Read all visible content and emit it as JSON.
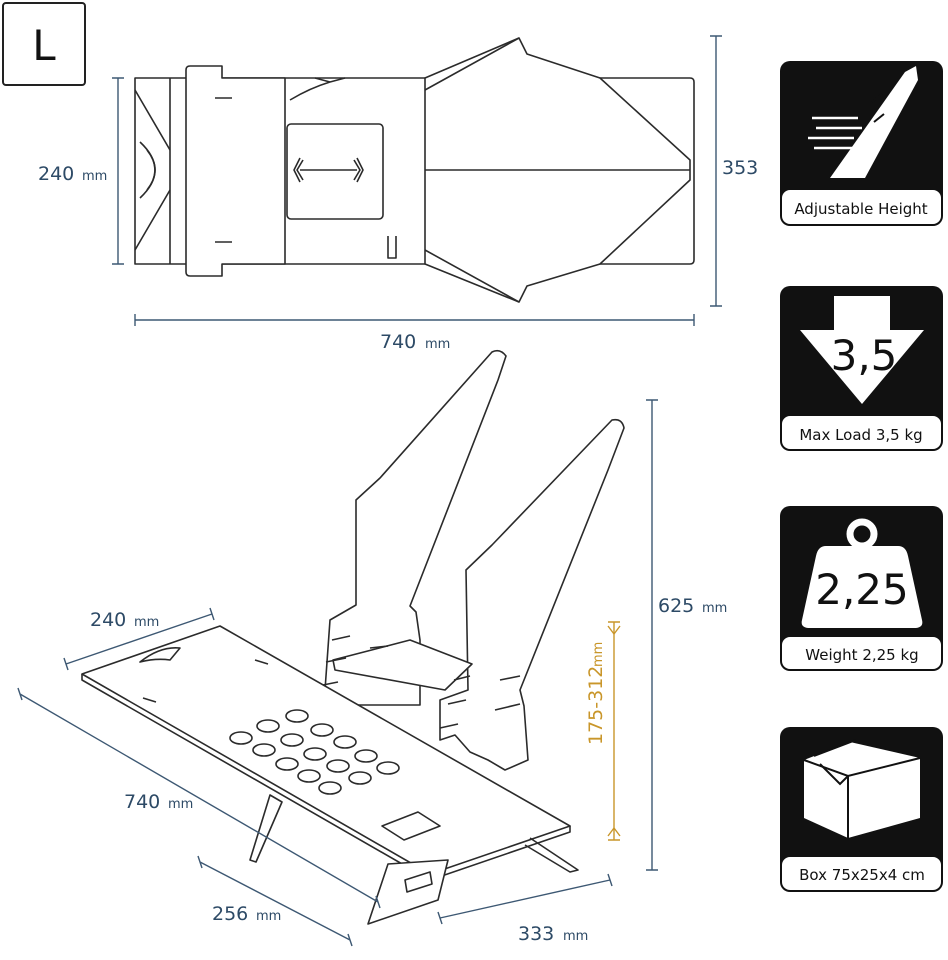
{
  "size_letter": "L",
  "top_view": {
    "width_label": "240",
    "width_unit": "mm",
    "length_label": "740",
    "length_unit": "mm",
    "depth_label": "353"
  },
  "iso_view": {
    "width_label": "240",
    "width_unit": "mm",
    "length_label": "740",
    "length_unit": "mm",
    "leg_span_label": "256",
    "leg_span_unit": "mm",
    "depth_label": "333",
    "depth_unit": "mm",
    "height_label": "625",
    "height_unit": "mm",
    "adjust_range_label": "175-312",
    "adjust_range_unit": "mm"
  },
  "badges": [
    {
      "name": "adjustable-height",
      "label": "Adjustable Height",
      "value": ""
    },
    {
      "name": "max-load",
      "label": "Max Load 3,5 kg",
      "value": "3,5"
    },
    {
      "name": "weight",
      "label": "Weight 2,25 kg",
      "value": "2,25"
    },
    {
      "name": "box",
      "label": "Box 75x25x4 cm",
      "value": ""
    }
  ],
  "colors": {
    "dimension": "#2d4a66",
    "adjust_range": "#c9962a",
    "badge_fill": "#111111"
  }
}
